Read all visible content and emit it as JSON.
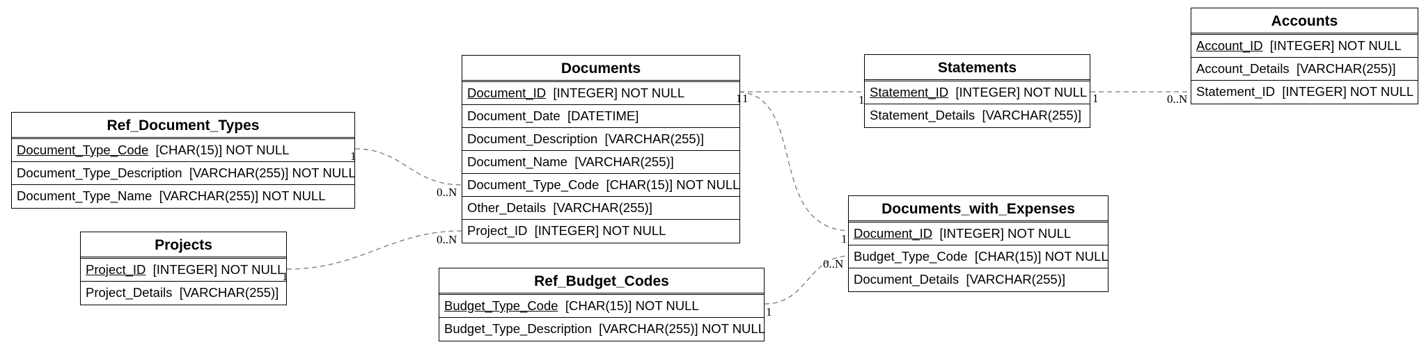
{
  "colors": {
    "line": "#777777",
    "border": "#000000"
  },
  "entities": {
    "documents": {
      "name": "Documents",
      "attrs": [
        {
          "name": "Document_ID",
          "type": "[INTEGER] NOT NULL"
        },
        {
          "name": "Document_Date",
          "type": "[DATETIME]"
        },
        {
          "name": "Document_Description",
          "type": "[VARCHAR(255)]"
        },
        {
          "name": "Document_Name",
          "type": "[VARCHAR(255)]"
        },
        {
          "name": "Document_Type_Code",
          "type": "[CHAR(15)] NOT NULL"
        },
        {
          "name": "Other_Details",
          "type": "[VARCHAR(255)]"
        },
        {
          "name": "Project_ID",
          "type": "[INTEGER] NOT NULL"
        }
      ]
    },
    "statements": {
      "name": "Statements",
      "attrs": [
        {
          "name": "Statement_ID",
          "type": "[INTEGER] NOT NULL"
        },
        {
          "name": "Statement_Details",
          "type": "[VARCHAR(255)]"
        }
      ]
    },
    "accounts": {
      "name": "Accounts",
      "attrs": [
        {
          "name": "Account_ID",
          "type": "[INTEGER] NOT NULL"
        },
        {
          "name": "Account_Details",
          "type": "[VARCHAR(255)]"
        },
        {
          "name": "Statement_ID",
          "type": "[INTEGER] NOT NULL"
        }
      ]
    },
    "ref_document_types": {
      "name": "Ref_Document_Types",
      "attrs": [
        {
          "name": "Document_Type_Code",
          "type": "[CHAR(15)] NOT NULL"
        },
        {
          "name": "Document_Type_Description",
          "type": "[VARCHAR(255)] NOT NULL"
        },
        {
          "name": "Document_Type_Name",
          "type": "[VARCHAR(255)] NOT NULL"
        }
      ]
    },
    "projects": {
      "name": "Projects",
      "attrs": [
        {
          "name": "Project_ID",
          "type": "[INTEGER] NOT NULL"
        },
        {
          "name": "Project_Details",
          "type": "[VARCHAR(255)]"
        }
      ]
    },
    "documents_with_expenses": {
      "name": "Documents_with_Expenses",
      "attrs": [
        {
          "name": "Document_ID",
          "type": "[INTEGER] NOT NULL"
        },
        {
          "name": "Budget_Type_Code",
          "type": "[CHAR(15)] NOT NULL"
        },
        {
          "name": "Document_Details",
          "type": "[VARCHAR(255)]"
        }
      ]
    },
    "ref_budget_codes": {
      "name": "Ref_Budget_Codes",
      "attrs": [
        {
          "name": "Budget_Type_Code",
          "type": "[CHAR(15)] NOT NULL"
        },
        {
          "name": "Budget_Type_Description",
          "type": "[VARCHAR(255)] NOT NULL"
        }
      ]
    }
  },
  "cardinalities": {
    "one": "1",
    "many": "0..N"
  }
}
